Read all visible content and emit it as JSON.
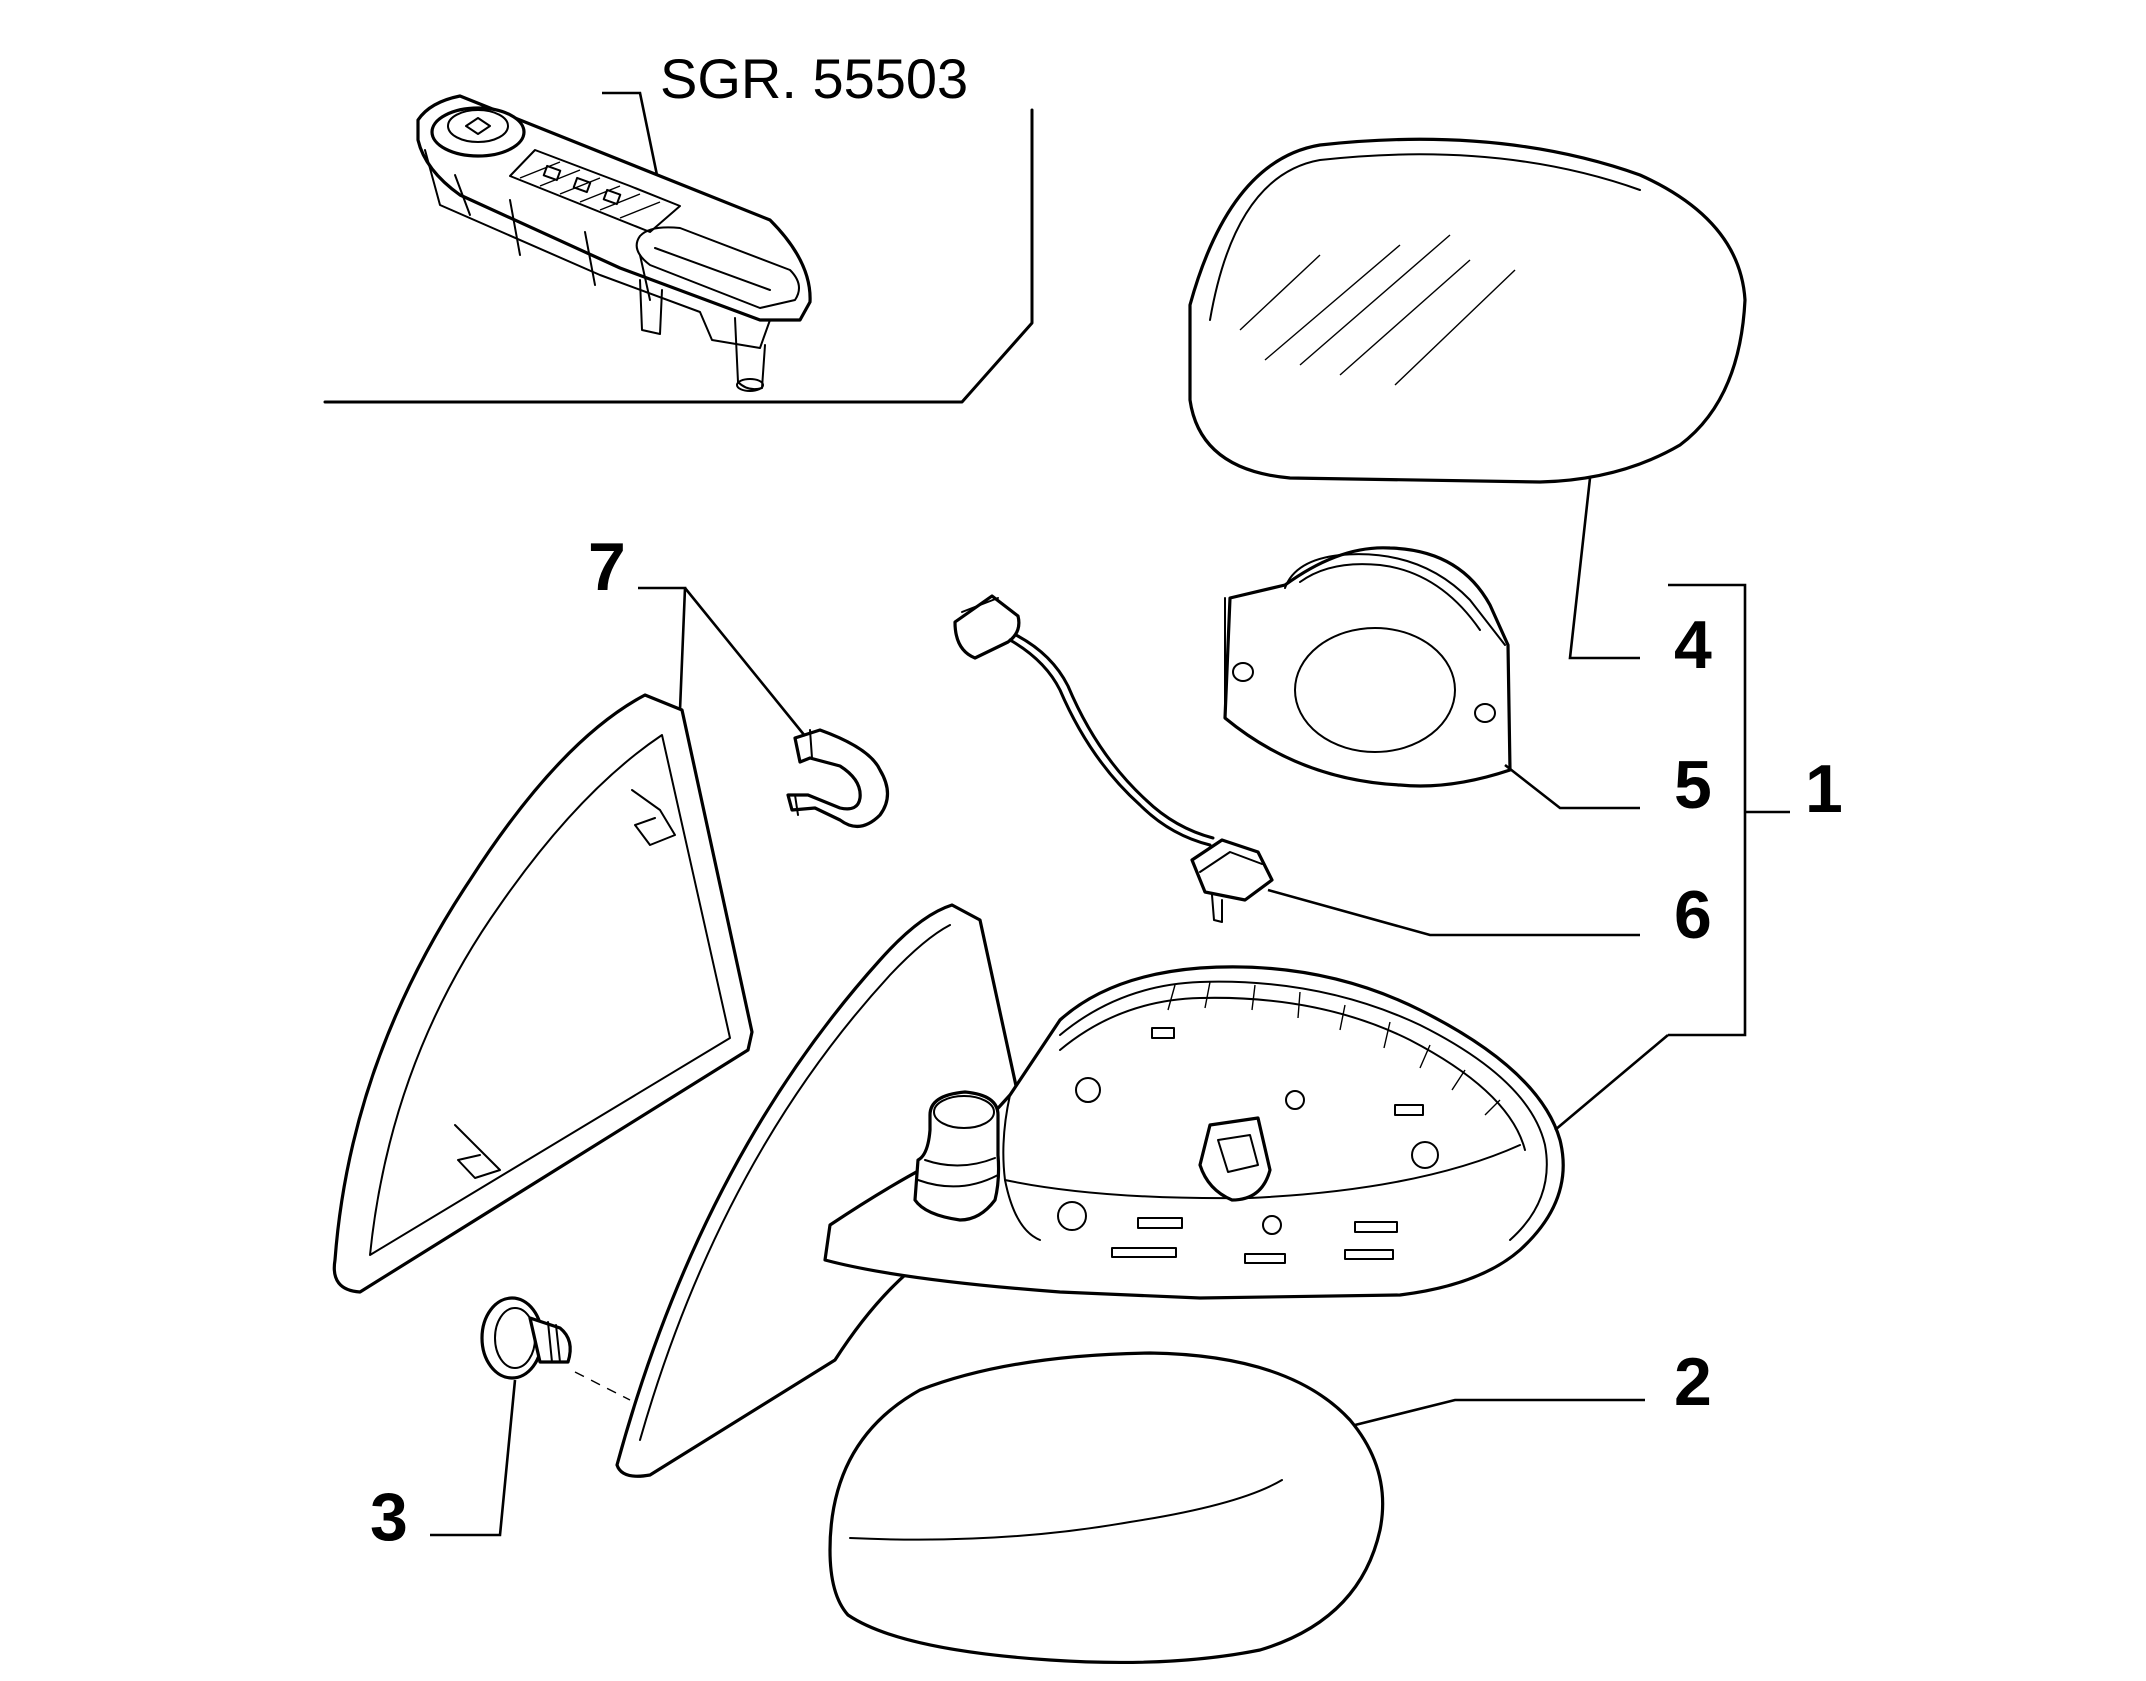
{
  "diagram": {
    "reference": "SGR. 55503",
    "callouts": [
      {
        "id": "1",
        "label": "1"
      },
      {
        "id": "2",
        "label": "2"
      },
      {
        "id": "3",
        "label": "3"
      },
      {
        "id": "4",
        "label": "4"
      },
      {
        "id": "5",
        "label": "5"
      },
      {
        "id": "6",
        "label": "6"
      },
      {
        "id": "7",
        "label": "7"
      }
    ]
  }
}
